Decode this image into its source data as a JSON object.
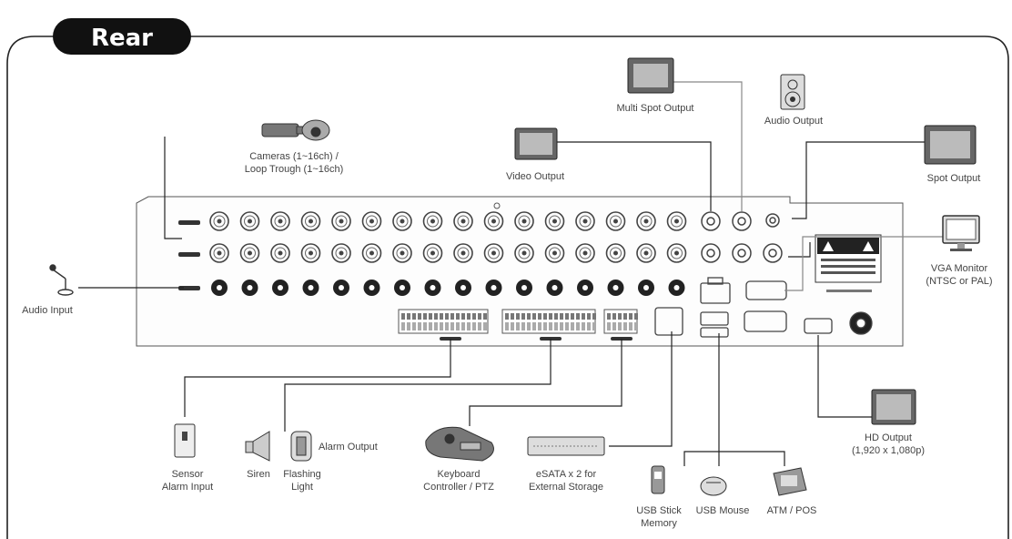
{
  "title": "Rear",
  "labels": {
    "cameras": [
      "Cameras (1~16ch) /",
      "Loop Trough (1~16ch)"
    ],
    "multi_spot_output": "Multi Spot Output",
    "audio_output": "Audio Output",
    "video_output": "Video Output",
    "spot_output": "Spot Output",
    "vga_monitor": [
      "VGA Monitor",
      "(NTSC or PAL)"
    ],
    "audio_input": "Audio Input",
    "hd_output": [
      "HD Output",
      "(1,920 x 1,080p)"
    ],
    "sensor_alarm_input": [
      "Sensor",
      "Alarm Input"
    ],
    "siren": "Siren",
    "flashing_light": [
      "Flashing",
      "Light"
    ],
    "alarm_output": "Alarm Output",
    "keyboard": [
      "Keyboard",
      "Controller / PTZ"
    ],
    "esata": [
      "eSATA x 2 for",
      "External Storage"
    ],
    "usb_stick": [
      "USB Stick",
      "Memory"
    ],
    "usb_mouse": "USB Mouse",
    "atm_pos": "ATM / POS"
  },
  "colors": {
    "frame": "#222222",
    "panel_stroke": "#555555",
    "bnc": "#444444",
    "tab": "#111111"
  }
}
